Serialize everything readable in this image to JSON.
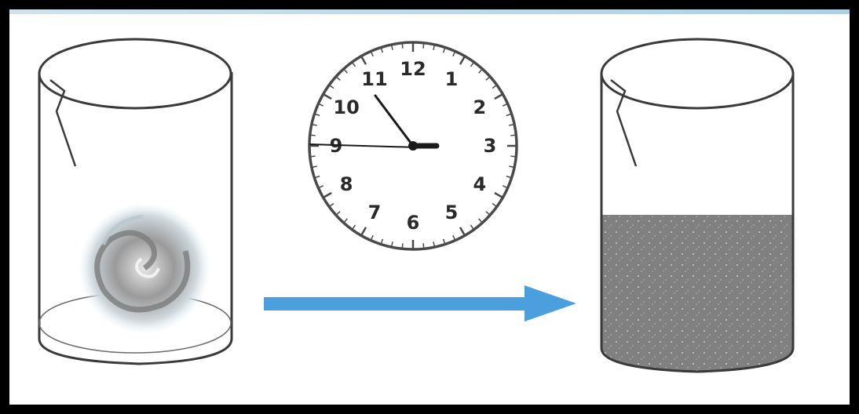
{
  "clock": {
    "numbers": [
      "12",
      "1",
      "2",
      "3",
      "4",
      "5",
      "6",
      "7",
      "8",
      "9",
      "10",
      "11"
    ]
  },
  "colors": {
    "arrow": "#4a9fdc",
    "fill": "#808080",
    "outline": "#3a3a3a",
    "band": "#a8d2e8"
  },
  "icons": {
    "left": "beaker-with-swirl-icon",
    "middle": "analog-clock-icon",
    "right": "filled-beaker-icon",
    "arrow": "right-arrow-icon"
  }
}
